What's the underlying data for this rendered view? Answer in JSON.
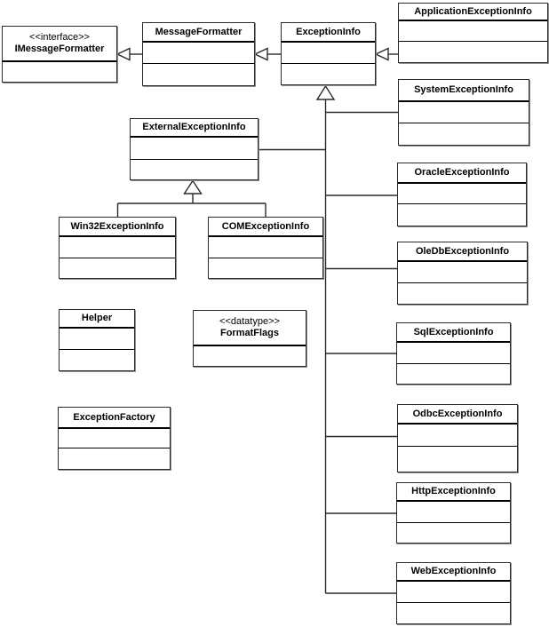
{
  "diagram": {
    "kind": "uml-class-diagram",
    "background_color": "#ffffff",
    "line_color": "#2a2a2a",
    "classes": [
      {
        "stereotype": "<<interface>>",
        "name": "IMessageFormatter"
      },
      {
        "name": "MessageFormatter"
      },
      {
        "name": "ExceptionInfo"
      },
      {
        "name": "ApplicationExceptionInfo"
      },
      {
        "name": "SystemExceptionInfo"
      },
      {
        "name": "ExternalExceptionInfo"
      },
      {
        "name": "OracleExceptionInfo"
      },
      {
        "name": "Win32ExceptionInfo"
      },
      {
        "name": "COMExceptionInfo"
      },
      {
        "name": "OleDbExceptionInfo"
      },
      {
        "name": "Helper"
      },
      {
        "stereotype": "<<datatype>>",
        "name": "FormatFlags"
      },
      {
        "name": "SqlExceptionInfo"
      },
      {
        "name": "ExceptionFactory"
      },
      {
        "name": "OdbcExceptionInfo"
      },
      {
        "name": "HttpExceptionInfo"
      },
      {
        "name": "WebExceptionInfo"
      }
    ],
    "relationships": [
      {
        "type": "generalization",
        "from": "MessageFormatter",
        "to": "IMessageFormatter"
      },
      {
        "type": "generalization",
        "from": "ExceptionInfo",
        "to": "MessageFormatter"
      },
      {
        "type": "generalization",
        "from": "ApplicationExceptionInfo",
        "to": "ExceptionInfo"
      },
      {
        "type": "generalization",
        "from": "SystemExceptionInfo",
        "to": "ExceptionInfo"
      },
      {
        "type": "generalization",
        "from": "ExternalExceptionInfo",
        "to": "ExceptionInfo"
      },
      {
        "type": "generalization",
        "from": "OracleExceptionInfo",
        "to": "ExceptionInfo"
      },
      {
        "type": "generalization",
        "from": "OleDbExceptionInfo",
        "to": "ExceptionInfo"
      },
      {
        "type": "generalization",
        "from": "SqlExceptionInfo",
        "to": "ExceptionInfo"
      },
      {
        "type": "generalization",
        "from": "OdbcExceptionInfo",
        "to": "ExceptionInfo"
      },
      {
        "type": "generalization",
        "from": "HttpExceptionInfo",
        "to": "ExceptionInfo"
      },
      {
        "type": "generalization",
        "from": "WebExceptionInfo",
        "to": "ExceptionInfo"
      },
      {
        "type": "generalization",
        "from": "Win32ExceptionInfo",
        "to": "ExternalExceptionInfo"
      },
      {
        "type": "generalization",
        "from": "COMExceptionInfo",
        "to": "ExternalExceptionInfo"
      }
    ]
  }
}
